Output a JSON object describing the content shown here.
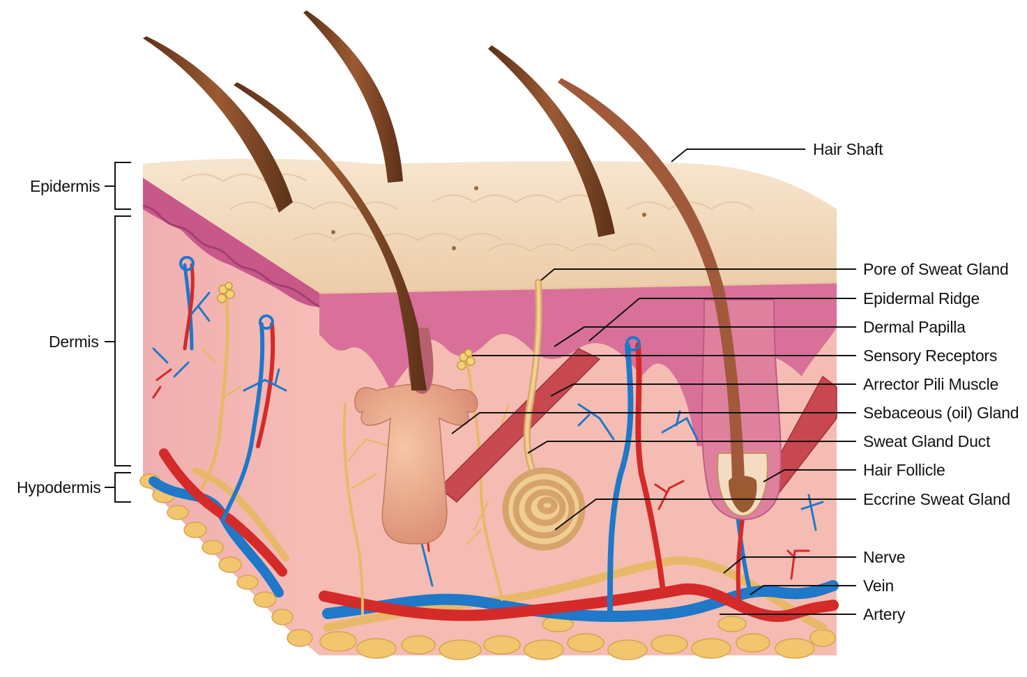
{
  "layers": {
    "epidermis": "Epidermis",
    "dermis": "Dermis",
    "hypodermis": "Hypodermis"
  },
  "labels": {
    "hair_shaft": "Hair Shaft",
    "pore_of_sweat_gland": "Pore of Sweat Gland",
    "epidermal_ridge": "Epidermal Ridge",
    "dermal_papilla": "Dermal Papilla",
    "sensory_receptors": "Sensory Receptors",
    "arrector_pili_muscle": "Arrector Pili Muscle",
    "sebaceous_gland": "Sebaceous (oil) Gland",
    "sweat_gland_duct": "Sweat Gland Duct",
    "hair_follicle": "Hair Follicle",
    "eccrine_sweat_gland": "Eccrine Sweat Gland",
    "nerve": "Nerve",
    "vein": "Vein",
    "artery": "Artery"
  },
  "colors": {
    "skin_surface": "#f3dcbf",
    "epidermis_pink": "#d8709a",
    "dermis": "#f4b8b2",
    "dermis_side": "#eeaaa6",
    "hair": "#7a4526",
    "vein": "#1f78c8",
    "artery": "#d42a2a",
    "nerve": "#e8b868",
    "fat": "#f2c66e"
  }
}
